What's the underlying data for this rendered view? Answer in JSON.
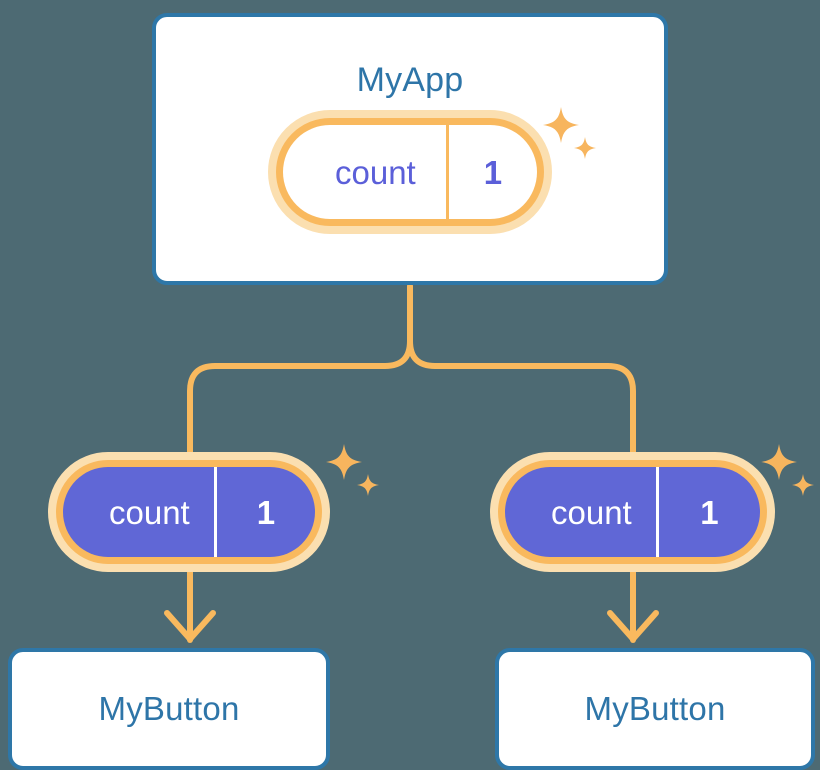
{
  "meta": {
    "title": "State propagation diagram",
    "background_color": "#4d6a73"
  },
  "colors": {
    "background": "#4d6a73",
    "card_border_blue": "#2e77a8",
    "card_title_blue": "#2e75a8",
    "card_fill": "#ffffff",
    "pill_ring_pale": "#fbdfb0",
    "pill_ring_orange": "#f9b95e",
    "pill_fill_white": "#ffffff",
    "pill_fill_indigo": "#6067d6",
    "pill_text_indigo": "#5b5fd9",
    "pill_text_white": "#ffffff",
    "connector_orange": "#f9b95e",
    "sparkle_orange": "#f7b55e"
  },
  "root": {
    "card": {
      "label": "MyApp",
      "state_pill": {
        "key": "count",
        "value": "1",
        "style": "light",
        "sparkle_icon": "sparkles-icon"
      }
    }
  },
  "branches": [
    {
      "id": "left",
      "state_pill": {
        "key": "count",
        "value": "1",
        "style": "filled",
        "sparkle_icon": "sparkles-icon"
      },
      "card": {
        "label": "MyButton"
      }
    },
    {
      "id": "right",
      "state_pill": {
        "key": "count",
        "value": "1",
        "style": "filled",
        "sparkle_icon": "sparkles-icon"
      },
      "card": {
        "label": "MyButton"
      }
    }
  ],
  "connectors": {
    "style": "orange-rounded-elbow",
    "arrow_icon": "down-arrow-icon",
    "stroke_width": 6,
    "description": "Root card splits into two branches, each feeding a state pill, then an arrow into a MyButton card."
  }
}
